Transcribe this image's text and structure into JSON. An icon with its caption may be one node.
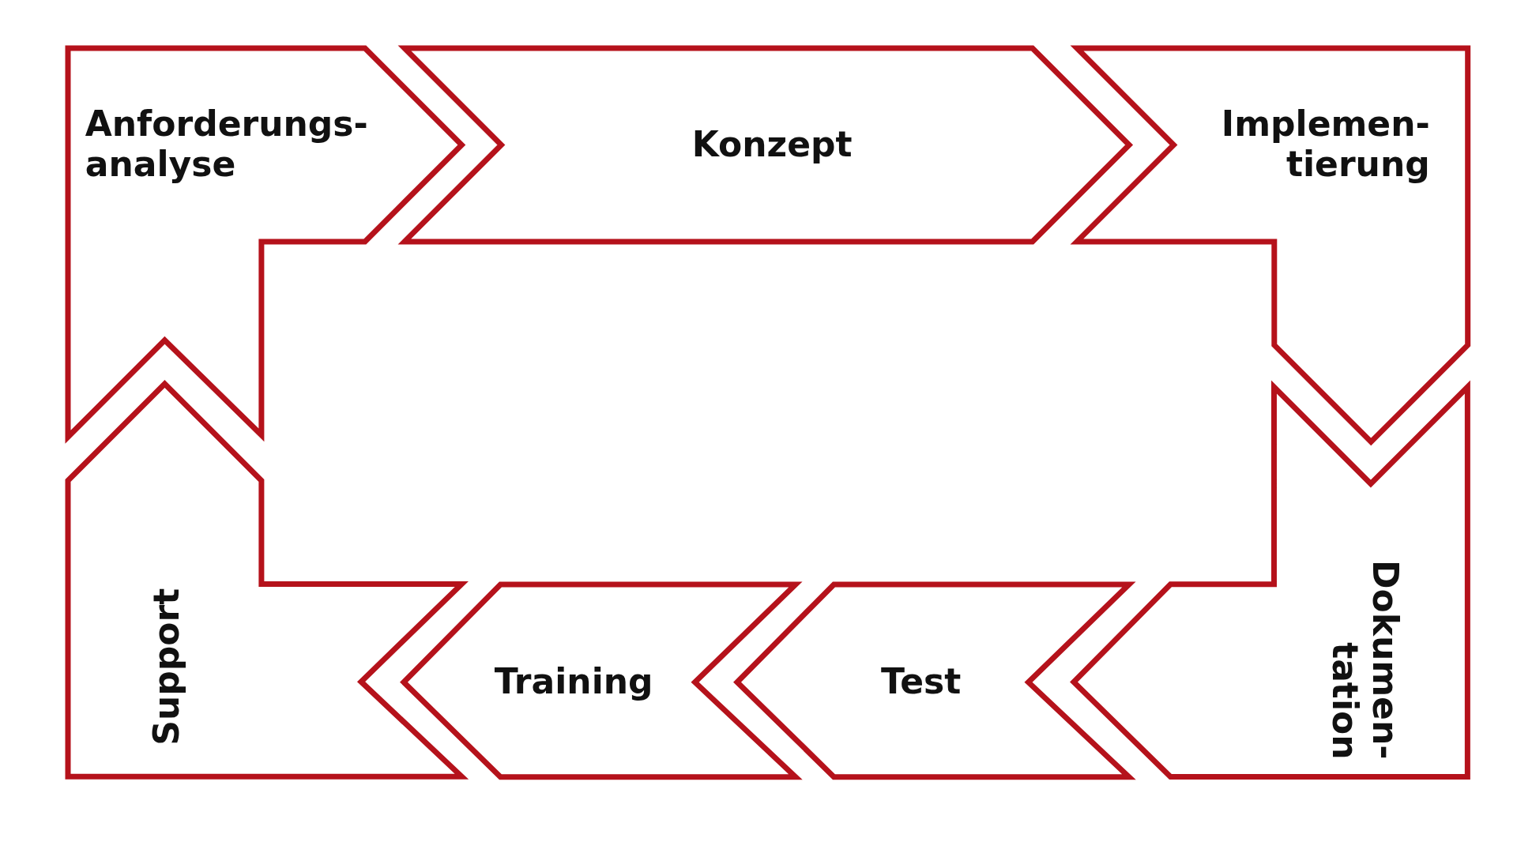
{
  "diagram": {
    "nodes": [
      {
        "text": [
          "Anforderungs- analyse"
        ]
      },
      {
        "text": [
          "Konzept"
        ]
      },
      {
        "text": [
          "Implemen- tierung"
        ]
      },
      {
        "text": [
          "Dokumen- tation"
        ]
      },
      {
        "text": [
          "Test"
        ]
      },
      {
        "text": [
          "Training"
        ]
      },
      {
        "text": [
          "Support"
        ]
      }
    ]
  }
}
